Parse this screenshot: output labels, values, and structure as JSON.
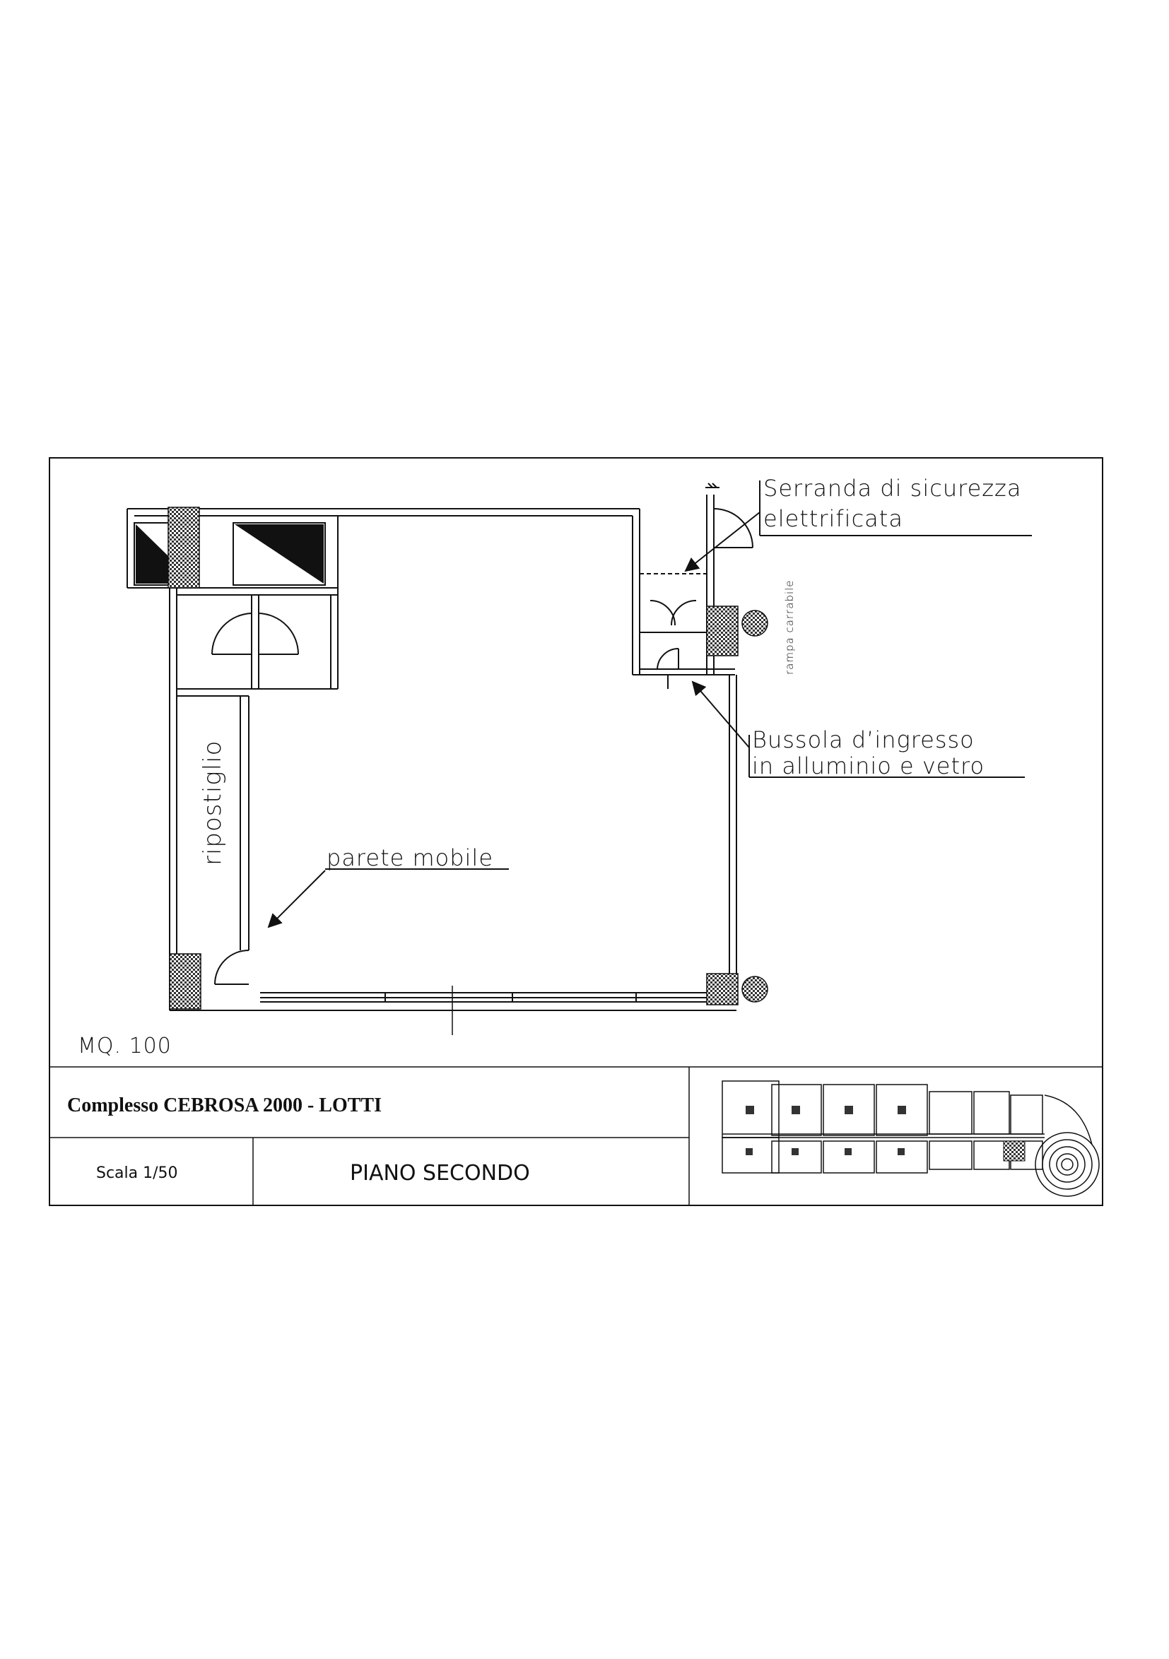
{
  "labels": {
    "shutter_line1": "Serranda di sicurezza",
    "shutter_line2": "elettrificata",
    "vestibule_line1": "Bussola d’ingresso",
    "vestibule_line2": "in alluminio e vetro",
    "movable_wall": "parete mobile",
    "storage": "ripostiglio",
    "ramp": "rampa carrabile",
    "area": "MQ. 100"
  },
  "title_block": {
    "project": "Complesso CEBROSA 2000 - LOTTI",
    "scale": "Scala 1/50",
    "floor": "PIANO SECONDO"
  },
  "colors": {
    "ink": "#111111",
    "hatch": "#555555"
  }
}
